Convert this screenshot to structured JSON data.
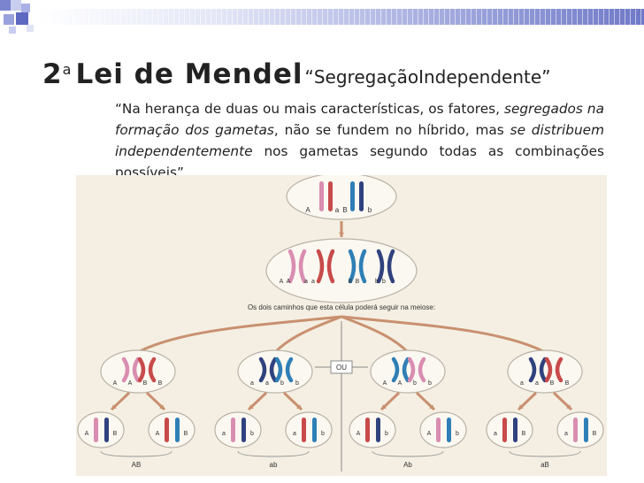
{
  "title": {
    "number": "2",
    "ordinal": "a",
    "main": "Lei de Mendel",
    "subtitle": "“SegregaçãoIndependente”"
  },
  "quote": {
    "part1": "“Na herança de duas ou mais características, os fatores, ",
    "italic1": "segregados na formação dos gametas",
    "part2": ", não se fundem no híbrido, mas ",
    "italic2": "se distribuem independentemente",
    "part3": " nos gametas segundo todas as combinações possíveis”"
  },
  "figure": {
    "caption": "Os dois caminhos que esta célula poderá seguir na meiose:",
    "or_label": "OU",
    "top_alleles": [
      "A",
      "a",
      "B",
      "b"
    ],
    "middle_alleles": [
      "A",
      "A",
      "a",
      "a",
      "B",
      "B",
      "b",
      "b"
    ],
    "branch_labels": [
      [
        "A",
        "A",
        "B",
        "B"
      ],
      [
        "a",
        "a",
        "b",
        "b"
      ],
      [
        "A",
        "A",
        "b",
        "b"
      ],
      [
        "a",
        "a",
        "B",
        "B"
      ]
    ],
    "bottom_labels": [
      "A",
      "B",
      "A",
      "B",
      "a",
      "b",
      "a",
      "b",
      "A",
      "b",
      "A",
      "b",
      "a",
      "B",
      "a",
      "B"
    ],
    "group_labels": [
      "AB",
      "ab",
      "Ab",
      "aB"
    ],
    "colors": {
      "pink": "#d98db1",
      "red": "#c84a4a",
      "blue": "#2f7fb6",
      "navy": "#30427e",
      "arrow": "#c99070",
      "background": "#f4efe2"
    }
  }
}
